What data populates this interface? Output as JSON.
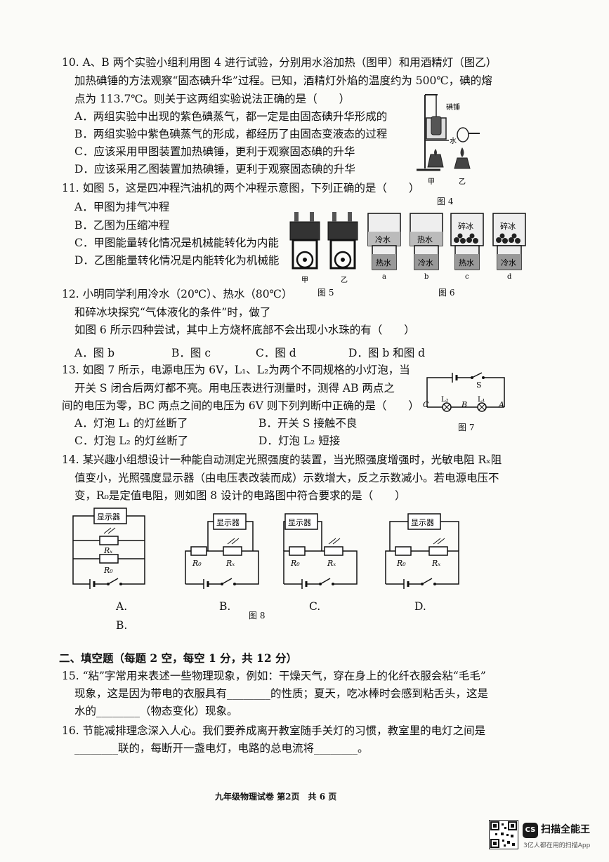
{
  "q10": {
    "line1": "10.  A、B 两个实验小组利用图 4 进行试验，分别用水浴加热（图甲）和用酒精灯（图乙）",
    "line2": "加热碘锤的方法观察“固态碘升华”过程。已知，酒精灯外焰的温度约为 500℃，碘的熔",
    "line3": "点为 113.7℃。则关于这两组实验说法正确的是（　　）",
    "optA": "A．两组实验中出现的紫色碘蒸气，都一定是由固态碘升华形成的",
    "optB": "B．两组实验中紫色碘蒸气的形成，都经历了由固态变液态的过程",
    "optC": "C．应该采用甲图装置加热碘锤，更利于观察固态碘的升华",
    "optD": "D．应该采用乙图装置加热碘锤，更利于观察固态碘的升华"
  },
  "fig4": {
    "label_iodine": "碘锤",
    "label_water": "水",
    "label_jia": "甲",
    "label_yi": "乙",
    "caption": "图 4"
  },
  "q11": {
    "stem": "11.  如图 5，这是四冲程汽油机的两个冲程示意图，下列正确的是（　　）",
    "optA": "A．甲图为排气冲程",
    "optB": "B．乙图为压缩冲程",
    "optC": "C．甲图能量转化情况是机械能转化为内能",
    "optD": "D．乙图能量转化情况是内能转化为机械能"
  },
  "fig5": {
    "label_jia": "甲",
    "label_yi": "乙",
    "caption": "图 5"
  },
  "fig6": {
    "caption": "图 6",
    "beakers": [
      {
        "top": "冷水",
        "bottom": "热水",
        "label": "a"
      },
      {
        "top": "热水",
        "bottom": "冷水",
        "label": "b"
      },
      {
        "top": "碎冰",
        "bottom": "热水",
        "label": "c"
      },
      {
        "top": "碎冰",
        "bottom": "冷水",
        "label": "d"
      }
    ]
  },
  "q12": {
    "line1": "12.  小明同学利用冷水（20℃）、热水（80℃）",
    "line2": "和碎冰块探究“气体液化的条件”时，做了",
    "line3": "如图 6 所示四种尝试，其中上方烧杯底部不会出现小水珠的有（　　）",
    "optA": "A．图 b",
    "optB": "B．图 c",
    "optC": "C．图 d",
    "optD": "D．图 b 和图 d"
  },
  "q13": {
    "line1": "13.  如图 7 所示，电源电压为 6V，L₁、L₂为两个不同规格的小灯泡，当",
    "line2": "开关 S 闭合后两灯都不亮。用电压表进行测量时，测得 AB 两点之",
    "line3": "间的电压为零，BC 两点之间的电压为 6V 则下列判断中正确的是（　　）",
    "optA": "A．灯泡 L₁ 的灯丝断了",
    "optB": "B．开关 S 接触不良",
    "optC": "C．灯泡 L₂ 的灯丝断了",
    "optD": "D．灯泡 L₂ 短接"
  },
  "fig7": {
    "caption": "图 7",
    "S": "S",
    "C": "C",
    "B": "B",
    "A": "A",
    "L1": "L₁",
    "L2": "L₂"
  },
  "q14": {
    "line1": "14.  某兴趣小组想设计一种能自动测定光照强度的装置，当光照强度增强时，光敏电阻 Rₓ阻",
    "line2": "值变小，光照强度显示器（由电压表改装而成）示数增大，反之示数减小。若电源电压不",
    "line3": "变，R₀是定值电阻，则如图 8 设计的电路图中符合要求的是（　　）"
  },
  "fig8": {
    "caption": "图 8",
    "display": "显示器",
    "R0": "R₀",
    "Rx": "Rₓ",
    "labels": [
      "A.",
      "B.",
      "C.",
      "D."
    ],
    "extra_label": "B."
  },
  "section2": {
    "title": "二、填空题（每题 2 空，每空 1 分，共 12 分）"
  },
  "q15": {
    "line1": "15.  “粘”字常用来表述一些物理现象，例如：干燥天气，穿在身上的化纤衣服会粘“毛毛”",
    "line2": "现象，这是因为带电的衣服具有________的性质；夏天，吃冰棒时会感到粘舌头，这是",
    "line3": "水的________（物态变化）现象。"
  },
  "q16": {
    "line1": "16.  节能减排理念深入人心。我们要养成离开教室随手关灯的习惯，教室里的电灯之间是",
    "line2": "________联的，每断开一盏电灯，电路的总电流将________。"
  },
  "footer": {
    "text": "九年级物理试卷  第2页　共 6 页"
  },
  "scanner": {
    "brand": "扫描全能王",
    "tagline": "3亿人都在用的扫描App",
    "logo": "CS"
  }
}
